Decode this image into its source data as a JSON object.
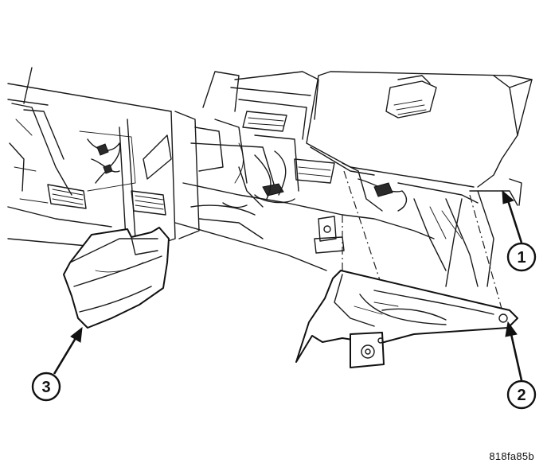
{
  "callouts": [
    {
      "id": "1",
      "label": "1"
    },
    {
      "id": "2",
      "label": "2"
    },
    {
      "id": "3",
      "label": "3"
    }
  ],
  "reference_code": "818fa85b"
}
